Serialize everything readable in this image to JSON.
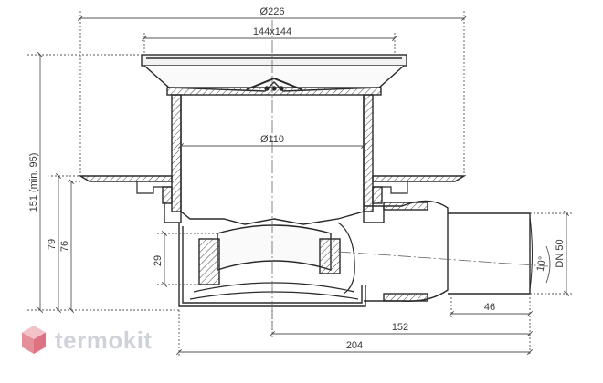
{
  "dimensions": {
    "overall_width": "Ø226",
    "grate_size": "144x144",
    "pipe_diameter": "Ø110",
    "total_height": "151 (min. 95)",
    "height_79": "79",
    "height_76": "76",
    "seal_height": "29",
    "outlet_length_152": "152",
    "outlet_length_204": "204",
    "outlet_end_46": "46",
    "outlet_nominal": "DN 50",
    "outlet_slope": "10°"
  },
  "brand": {
    "name": "termokit",
    "colors": {
      "hex_top": "#f2c2c8",
      "hex_left": "#e58f9b",
      "hex_right": "#dd7282",
      "text": "#cfd3d9"
    }
  },
  "colors": {
    "line": "#2a2a2a",
    "hatch": "#444444",
    "dim": "#555555"
  }
}
